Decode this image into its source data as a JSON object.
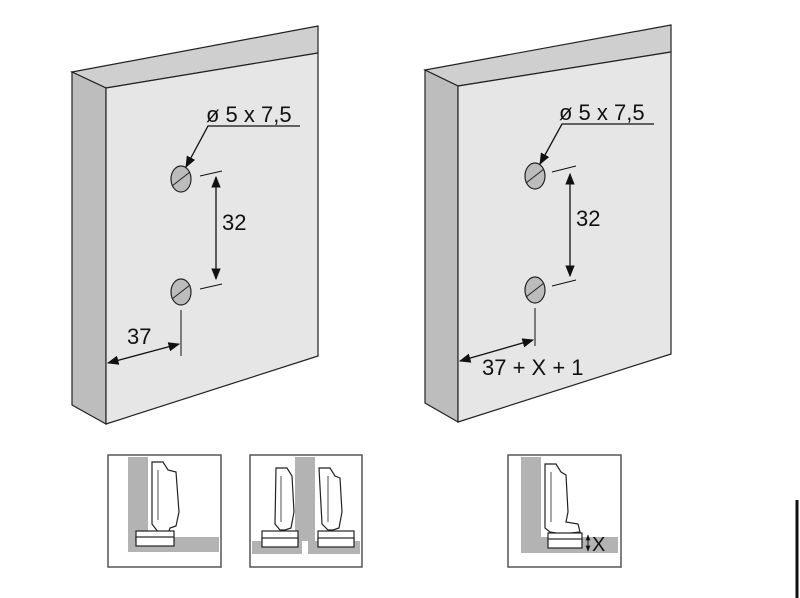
{
  "colors": {
    "panel_face": "#e6e6e6",
    "panel_side": "#bdbdbd",
    "panel_top": "#cfcfcf",
    "hole": "#bcbcbc",
    "inset_gray": "#b3b3b3",
    "line": "#111111"
  },
  "left_panel": {
    "hole_label": "ø 5 x 7,5",
    "spacing_label": "32",
    "edge_label": "37"
  },
  "right_panel": {
    "hole_label": "ø 5 x 7,5",
    "spacing_label": "32",
    "edge_label": "37 + X + 1"
  },
  "insets": {
    "offset_label": "X"
  }
}
